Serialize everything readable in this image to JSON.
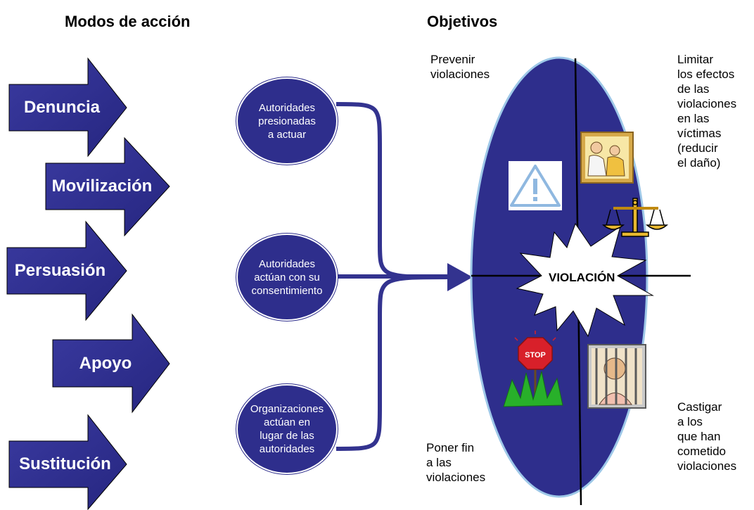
{
  "headings": {
    "modes": "Modos de acción",
    "objectives": "Objetivos"
  },
  "modes": [
    "Denuncia",
    "Movilización",
    "Persuasión",
    "Apoyo",
    "Sustitución"
  ],
  "circles": [
    "Autoridades\npresionadas\na actuar",
    "Autoridades\nactúan con su\nconsentimiento",
    "Organizaciones\nactúan en\nlugar de las\nautoridades"
  ],
  "objectives": {
    "top_left": "Prevenir\nviolaciones",
    "top_right": "Limitar\nlos efectos\nde las\nviolaciones\nen las\nvíctimas\n(reducir\nel daño)",
    "bottom_left": "Poner fin\na las\nviolaciones",
    "bottom_right": "Castigar\na los\nque han\ncometido\nviolaciones"
  },
  "center_label": "VIOLACIÓN",
  "icons": {
    "stop_sign_text": "STOP"
  },
  "colors": {
    "navy": "#2e2e8c",
    "arrow_blue": "#33338f",
    "ellipse_border": "#9ec8e8"
  }
}
